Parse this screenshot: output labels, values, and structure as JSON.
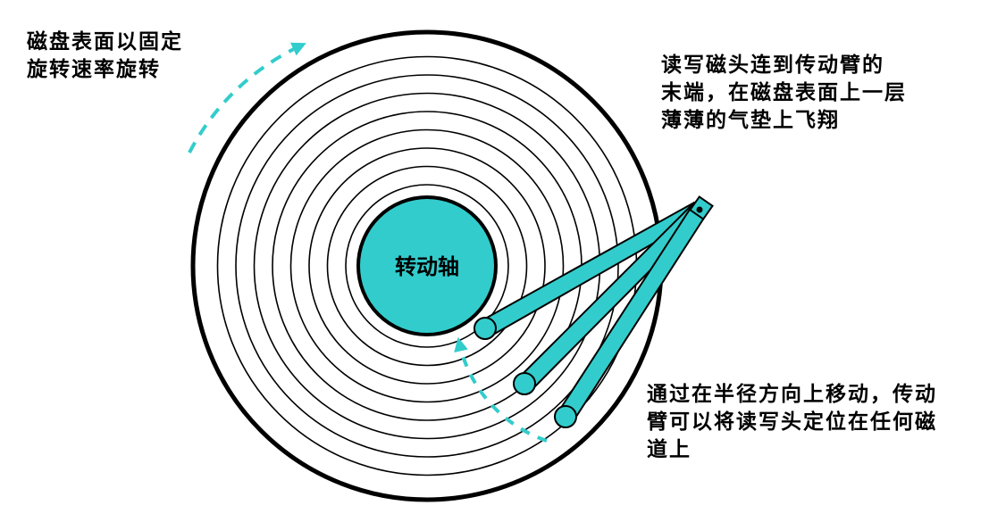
{
  "spindle": {
    "label": "转动轴"
  },
  "captions": {
    "rotation": [
      "磁盘表面以固定",
      "旋转速率旋转"
    ],
    "head": [
      "读写磁头连到传动臂的",
      "末端，在磁盘表面上一层",
      "薄薄的气垫上飞翔"
    ],
    "arm": [
      "通过在半径方向上移动，传动",
      "臂可以将读写头定位在任何磁",
      "道上"
    ]
  },
  "tracks": {
    "count": 8
  },
  "arm_positions": {
    "count": 3
  },
  "colors": {
    "accent": "#33cccc",
    "ink": "#000000",
    "background": "#ffffff"
  }
}
